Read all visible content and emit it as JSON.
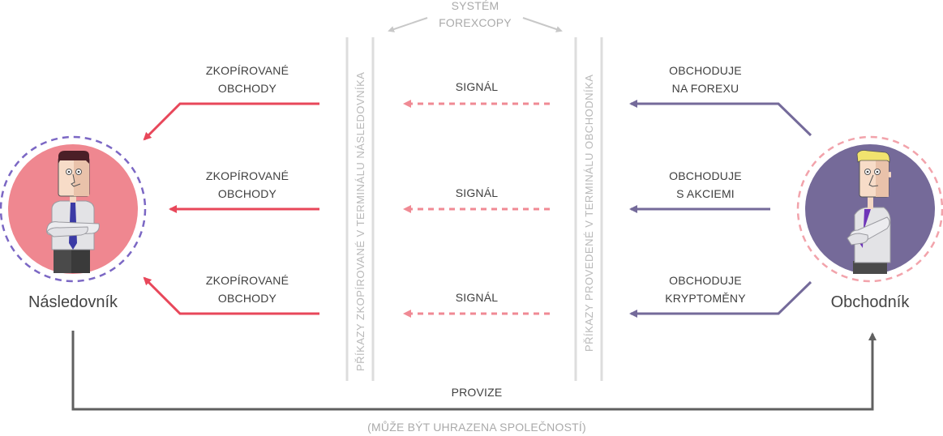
{
  "system": {
    "line1": "SYSTÉM",
    "line2": "FOREXCOPY"
  },
  "columns": {
    "follower_terminal": "PŘÍKAZY ZKOPÍROVANÉ V TERMINÁLU NÁSLEDOVNÍKA",
    "trader_terminal": "PŘÍKAZY PROVEDENÉ V TERMINÁLU OBCHODNÍKA"
  },
  "follower": {
    "name": "Následovník"
  },
  "trader": {
    "name": "Obchodník"
  },
  "rows": [
    {
      "copied": [
        "ZKOPÍROVANÉ",
        "OBCHODY"
      ],
      "signal": "SIGNÁL",
      "trade": [
        "OBCHODUJE",
        "NA FOREXU"
      ]
    },
    {
      "copied": [
        "ZKOPÍROVANÉ",
        "OBCHODY"
      ],
      "signal": "SIGNÁL",
      "trade": [
        "OBCHODUJE",
        "S AKCIEMI"
      ]
    },
    {
      "copied": [
        "ZKOPÍROVANÉ",
        "OBCHODY"
      ],
      "signal": "SIGNÁL",
      "trade": [
        "OBCHODUJE",
        "KRYPTOMĚNY"
      ]
    }
  ],
  "commission": {
    "label": "PROVIZE",
    "note": "(MŮŽE BÝT UHRAZENA SPOLEČNOSTÍ)"
  },
  "colors": {
    "follower_red": "#e8475a",
    "follower_circle": "#ef8790",
    "signal_pink": "#f08a94",
    "trader_purple": "#746a9a",
    "trader_circle": "#756a99",
    "commission_gray": "#606060",
    "divider_gray": "#dddddd"
  }
}
